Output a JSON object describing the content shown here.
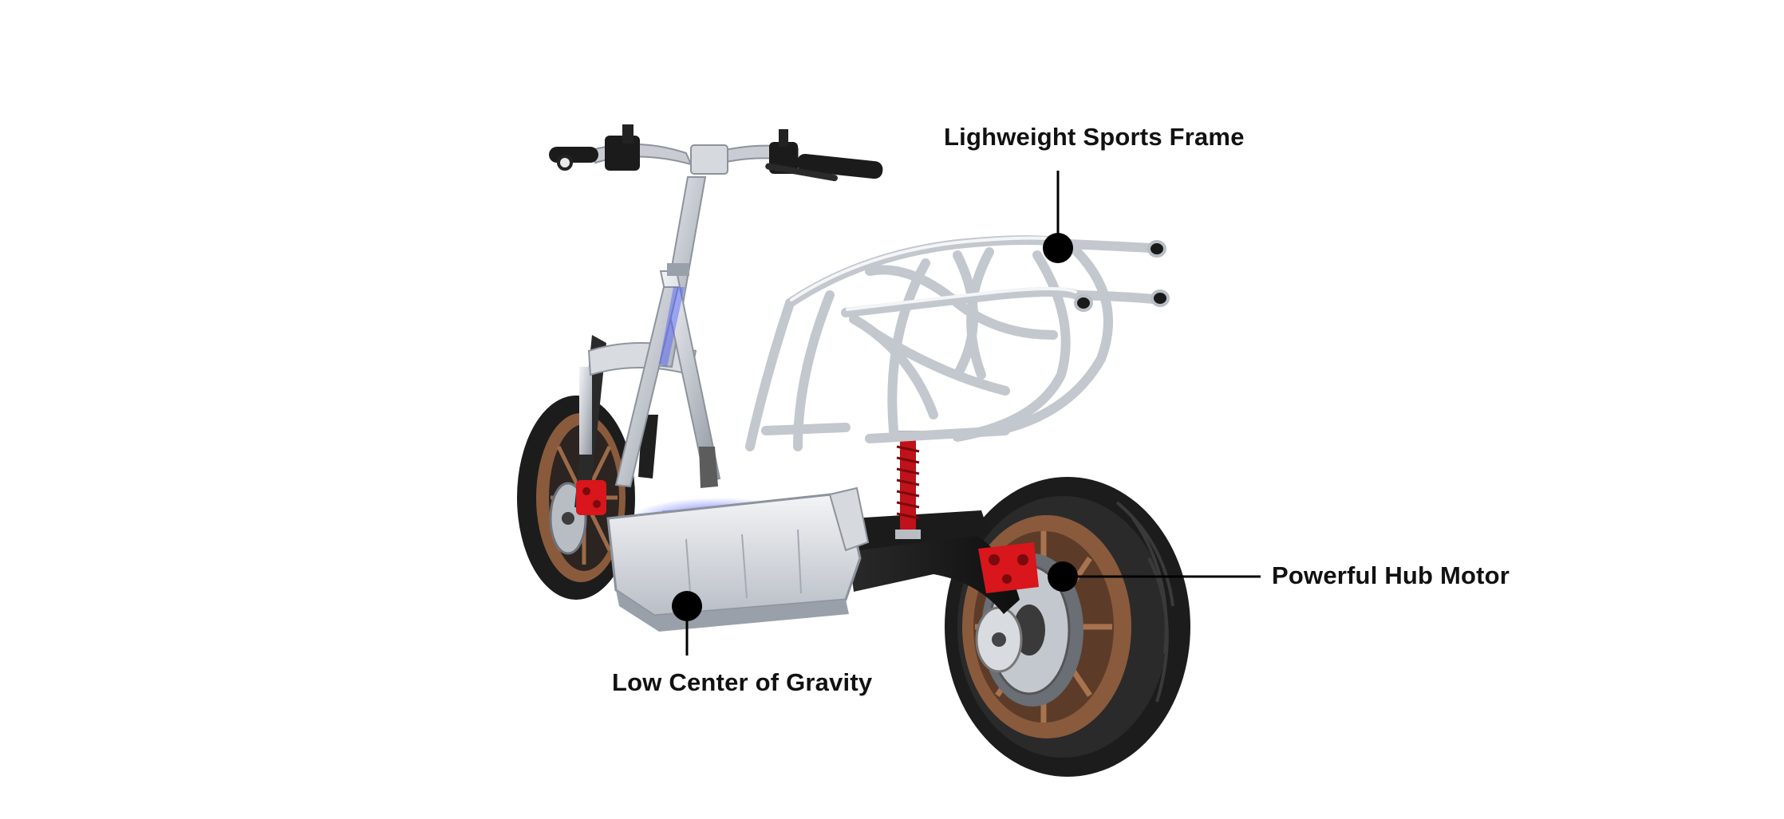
{
  "callouts": {
    "frame": {
      "label": "Lighweight Sports Frame"
    },
    "motor": {
      "label": "Powerful Hub Motor"
    },
    "gravity": {
      "label": "Low Center of Gravity"
    }
  },
  "colors": {
    "background": "#ffffff",
    "text": "#111111",
    "callout_dot": "#000000",
    "frame_aluminum": "#c9ccd2",
    "tire": "#1c1c1c",
    "rim_bronze": "#8a5a3c",
    "brake_caliper": "#d8161b",
    "shock_spring": "#c0121a",
    "battery_glow": "#3a4cff"
  },
  "icons": {
    "product": "electric-scooter-chassis"
  }
}
